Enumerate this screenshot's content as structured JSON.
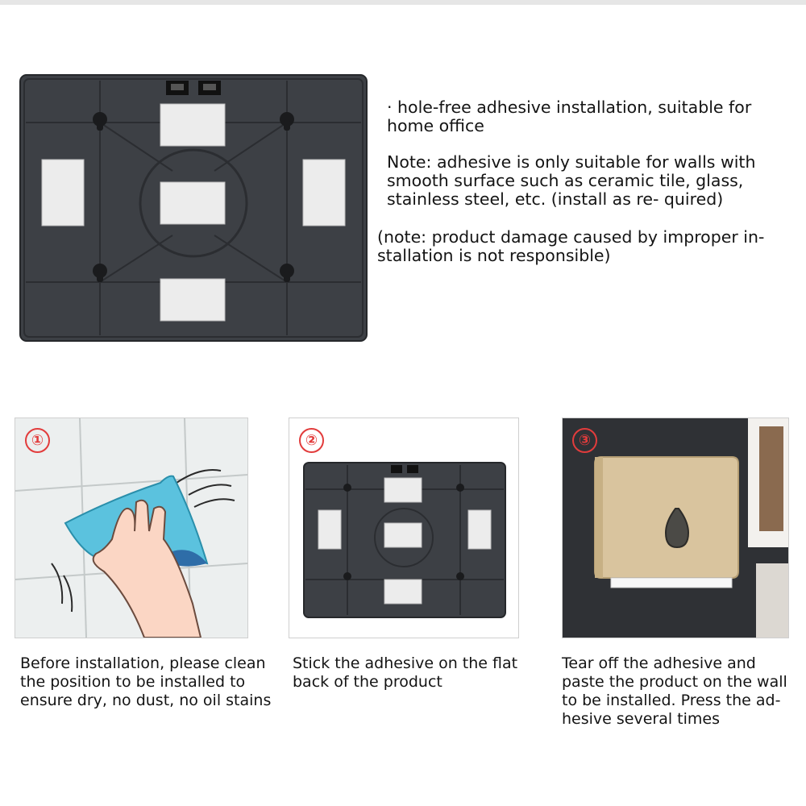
{
  "info": {
    "bullet": "· hole-free adhesive installation, suitable for home office",
    "note": "Note: adhesive is only suitable for walls with smooth surface such as ceramic tile, glass, stainless steel, etc. (install as re- quired)",
    "damage": "(note: product damage caused by improper in- stallation is not responsible)"
  },
  "steps": [
    {
      "number": "①",
      "caption": "Before installation, please clean the position to be installed to ensure dry, no dust, no oil stains"
    },
    {
      "number": "②",
      "caption": "Stick the adhesive on the flat back of the product"
    },
    {
      "number": "③",
      "caption": "Tear off the adhesive and paste the product on the wall to be installed. Press the ad- hesive several times"
    }
  ],
  "colors": {
    "plate": "#3d4045",
    "plate_lines": "#2b2d31",
    "adhesive_pad": "#ececec",
    "step_number": "#e23c3c",
    "dispenser": "#d9c49e"
  },
  "icons": [
    "keyhole-icon",
    "clip-icon",
    "water-drop-window-icon"
  ]
}
